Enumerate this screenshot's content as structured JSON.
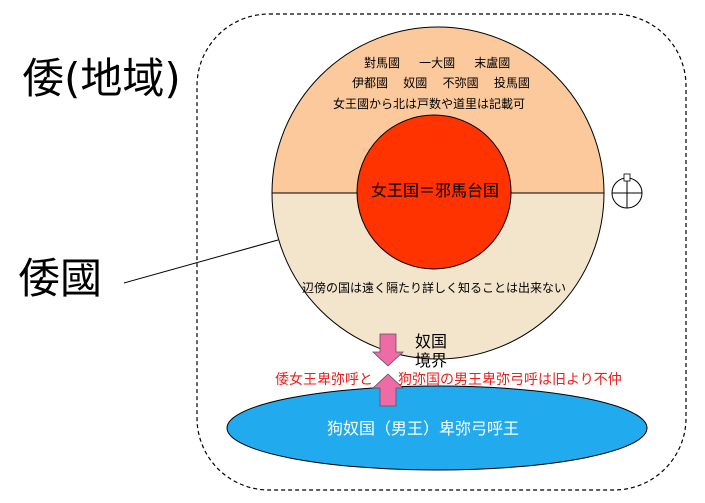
{
  "labels": {
    "wa_region": "倭(地域)",
    "wa_koku": "倭國"
  },
  "northern_states": {
    "row1": [
      "對馬國",
      "一大國",
      "末盧國"
    ],
    "row2": [
      "伊都國",
      "奴國",
      "不弥國",
      "投馬國"
    ],
    "note": "女王國から北は戸数や道里は記載可"
  },
  "core": {
    "label": "女王国＝邪馬台国"
  },
  "southern_note": "辺傍の国は遠く隔たり詳しく知ることは出来ない",
  "border": {
    "line1": "奴国",
    "line2": "境界"
  },
  "conflict": {
    "left": "倭女王卑弥呼と",
    "right": "狗弥国の男王卑弥弓呼は旧より不仲"
  },
  "rival": {
    "label": "狗奴国（男王）卑弥弓呼王"
  },
  "colors": {
    "north_fill": "#fbc99b",
    "south_fill": "#f3e4cc",
    "core_fill": "#ff3300",
    "rival_fill": "#22aaee",
    "arrow_fill": "#ef6ba6",
    "conflict_text": "#e8211f"
  }
}
